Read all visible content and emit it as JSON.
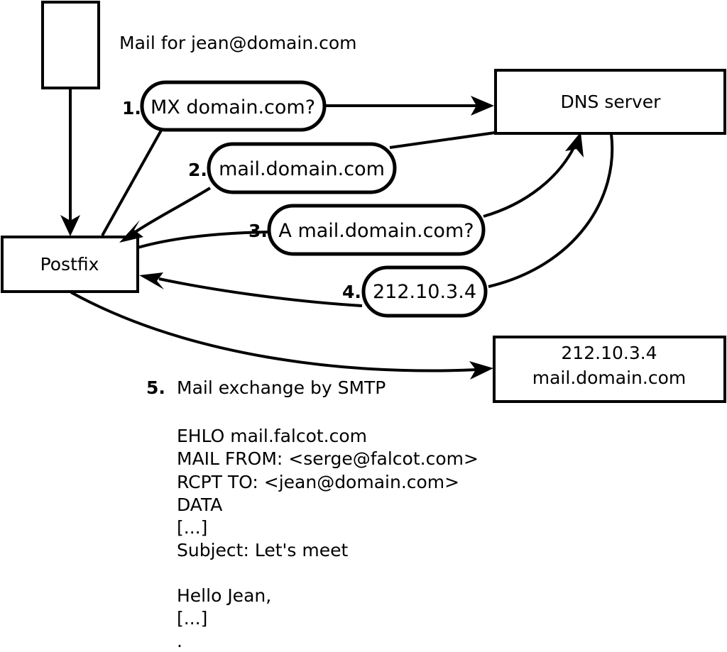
{
  "diagram": {
    "title_note": "Mail for jean@domain.com",
    "nodes": [
      {
        "id": "client",
        "label": "",
        "kind": "box"
      },
      {
        "id": "postfix",
        "label": "Postfix",
        "kind": "box"
      },
      {
        "id": "dns",
        "label": "DNS server",
        "kind": "box"
      },
      {
        "id": "mailserver",
        "label_line1": "212.10.3.4",
        "label_line2": "mail.domain.com",
        "kind": "box"
      }
    ],
    "steps": [
      {
        "num": "1.",
        "text": "MX domain.com?"
      },
      {
        "num": "2.",
        "text": "mail.domain.com"
      },
      {
        "num": "3.",
        "text": "A mail.domain.com?"
      },
      {
        "num": "4.",
        "text": "212.10.3.4"
      },
      {
        "num": "5.",
        "text": "Mail exchange by SMTP"
      }
    ],
    "smtp_transcript": [
      "EHLO mail.falcot.com",
      "MAIL FROM: <serge@falcot.com>",
      "RCPT TO: <jean@domain.com>",
      "DATA",
      "[...]",
      "Subject: Let's meet",
      "",
      "Hello Jean,",
      "[...]",
      "."
    ],
    "colors": {
      "stroke": "#000000",
      "fill": "#ffffff",
      "background": "#ffffff"
    }
  }
}
